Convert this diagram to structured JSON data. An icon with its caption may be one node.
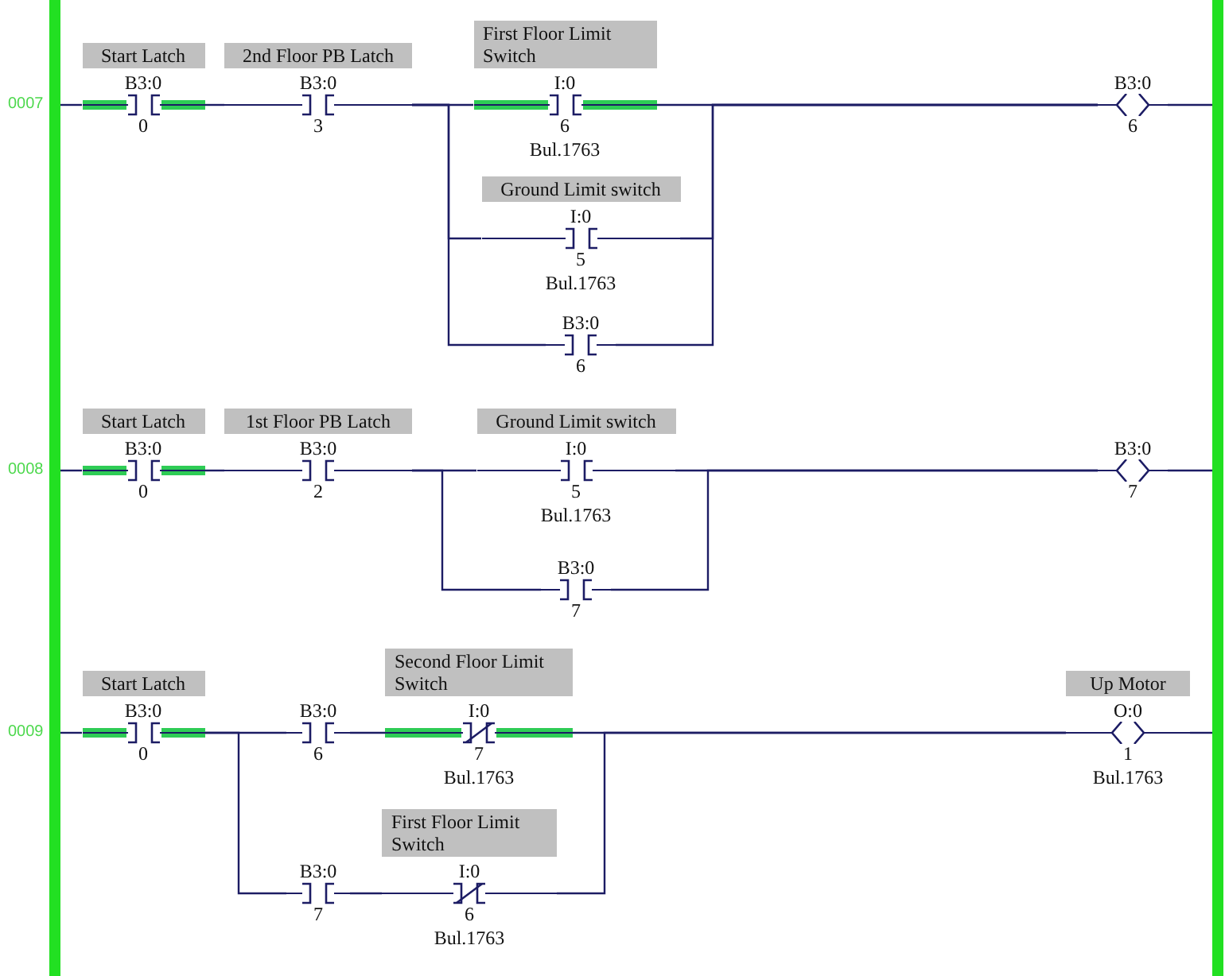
{
  "diagram": {
    "nodes": [
      {
        "text": [],
        "shape": "bar"
      },
      {
        "text": [],
        "shape": "bar"
      },
      {
        "text": [
          "Start Latch",
          "B3:0",
          "0"
        ]
      },
      {
        "text": [
          "2nd Floor PB Latch",
          "B3:0",
          "3"
        ]
      },
      {
        "text": [
          "First Floor Limit Switch",
          "I:0",
          "6",
          "Bul.1763"
        ]
      },
      {
        "text": [
          "Ground Limit switch",
          "I:0",
          "5",
          "Bul.1763"
        ]
      },
      {
        "text": [
          "B3:0",
          "6"
        ]
      },
      {
        "text": [
          "B3:0",
          "6"
        ]
      },
      {
        "text": [
          "Start Latch",
          "B3:0",
          "0"
        ]
      },
      {
        "text": [
          "1st Floor PB Latch",
          "B3:0",
          "2"
        ]
      },
      {
        "text": [
          "Ground Limit switch",
          "I:0",
          "5",
          "Bul.1763"
        ]
      },
      {
        "text": [
          "B3:0",
          "7"
        ]
      },
      {
        "text": [
          "B3:0",
          "7"
        ]
      },
      {
        "text": [
          "Start Latch",
          "B3:0",
          "0"
        ]
      },
      {
        "text": [
          "B3:0",
          "6"
        ]
      },
      {
        "text": [
          "Second Floor Limit Switch",
          "I:0",
          "7",
          "Bul.1763"
        ]
      },
      {
        "text": [
          "B3:0",
          "7"
        ]
      },
      {
        "text": [
          "First Floor Limit Switch",
          "I:0",
          "6",
          "Bul.1763"
        ]
      },
      {
        "text": [
          "Up Motor",
          "O:0",
          "1",
          "Bul.1763"
        ]
      }
    ],
    "edges": [
      {
        "from": 0,
        "to": 2,
        "arrow": "none"
      },
      {
        "from": 2,
        "to": 3,
        "arrow": "none"
      },
      {
        "from": 3,
        "to": 4,
        "arrow": "none"
      },
      {
        "from": 3,
        "to": 5,
        "arrow": "none"
      },
      {
        "from": 3,
        "to": 6,
        "arrow": "none"
      },
      {
        "from": 4,
        "to": 7,
        "arrow": "none"
      },
      {
        "from": 5,
        "to": 7,
        "arrow": "none"
      },
      {
        "from": 6,
        "to": 7,
        "arrow": "none"
      },
      {
        "from": 7,
        "to": 1,
        "arrow": "none"
      },
      {
        "from": 0,
        "to": 8,
        "arrow": "none"
      },
      {
        "from": 8,
        "to": 9,
        "arrow": "none"
      },
      {
        "from": 9,
        "to": 10,
        "arrow": "none"
      },
      {
        "from": 9,
        "to": 11,
        "arrow": "none"
      },
      {
        "from": 10,
        "to": 12,
        "arrow": "none"
      },
      {
        "from": 11,
        "to": 12,
        "arrow": "none"
      },
      {
        "from": 12,
        "to": 1,
        "arrow": "none"
      },
      {
        "from": 0,
        "to": 13,
        "arrow": "none"
      },
      {
        "from": 13,
        "to": 14,
        "arrow": "none"
      },
      {
        "from": 13,
        "to": 16,
        "arrow": "none"
      },
      {
        "from": 14,
        "to": 15,
        "arrow": "none"
      },
      {
        "from": 16,
        "to": 17,
        "arrow": "none"
      },
      {
        "from": 15,
        "to": 18,
        "arrow": "none"
      },
      {
        "from": 17,
        "to": 18,
        "arrow": "none"
      },
      {
        "from": 18,
        "to": 1,
        "arrow": "none"
      }
    ],
    "labels": [
      "0007",
      "0008",
      "0009"
    ]
  }
}
